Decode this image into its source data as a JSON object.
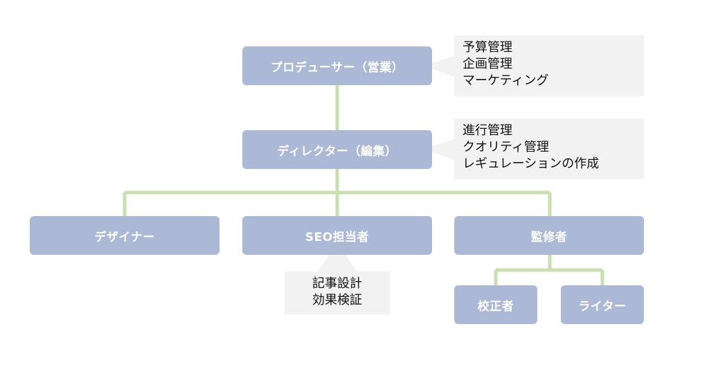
{
  "colors": {
    "node": "#abb8d6",
    "connector": "#c9dfb0",
    "note": "#f2f2f2"
  },
  "nodes": {
    "producer": "プロデューサー（営業）",
    "director": "ディレクター（編集）",
    "designer": "デザイナー",
    "seo": "SEO担当者",
    "supervisor": "監修者",
    "proofreader": "校正者",
    "writer": "ライター"
  },
  "notes": {
    "producer": [
      "予算管理",
      "企画管理",
      "マーケティング"
    ],
    "director": [
      "進行管理",
      "クオリティ管理",
      "レギュレーションの作成"
    ],
    "seo": [
      "記事設計",
      "効果検証"
    ]
  }
}
